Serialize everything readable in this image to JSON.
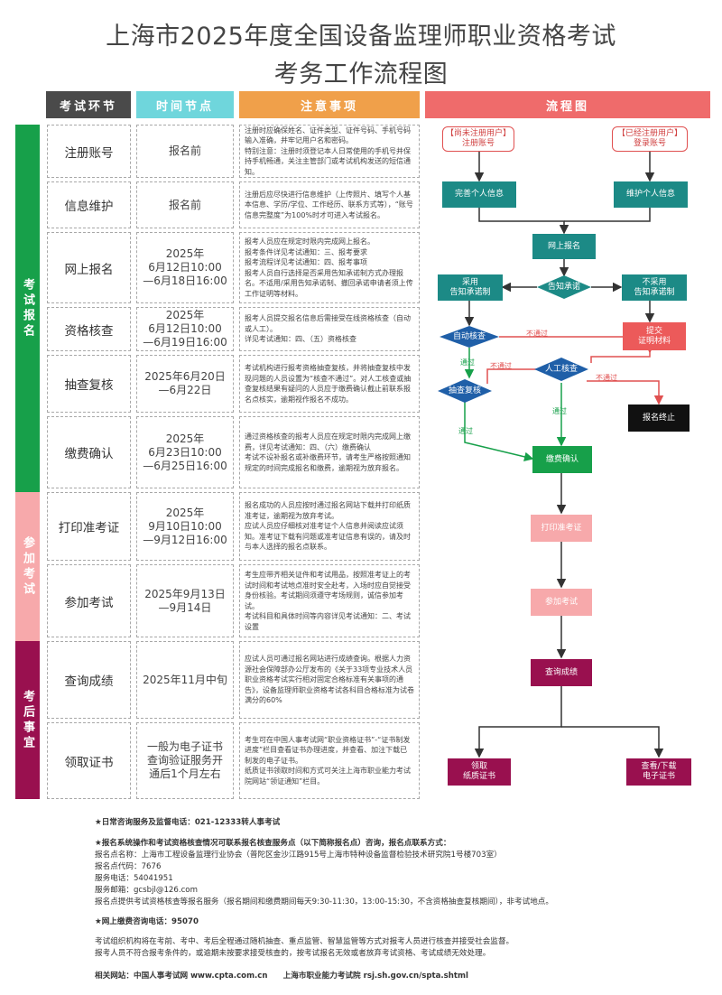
{
  "title_line1": "上海市2025年度全国设备监理师职业资格考试",
  "title_line2": "考务工作流程图",
  "headers": {
    "stage": "考试环节",
    "time": "时间节点",
    "notes": "注意事项",
    "flow": "流程图"
  },
  "sections": {
    "s1": "考试报名",
    "s2": "参加考试",
    "s3": "考后事宜"
  },
  "rows": [
    {
      "name": "注册账号",
      "time": "报名前",
      "notes": "注册时应确保姓名、证件类型、证件号码、手机号码输入准确，并牢记用户名和密码。\n特别注意：注册时须登记本人日常使用的手机号并保持手机畅通，关注主管部门或考试机构发送的短信通知。"
    },
    {
      "name": "信息维护",
      "time": "报名前",
      "notes": "注册后应尽快进行信息维护（上传照片、填写个人基本信息、学历/学位、工作经历、联系方式等），“账号信息完整度”为100%时才可进入考试报名。"
    },
    {
      "name": "网上报名",
      "time": "2025年\n6月12日10:00\n—6月18日16:00",
      "notes": "报考人员应在规定时限内完成网上报名。\n报考条件详见考试通知：三、报考要求\n报考流程详见考试通知：四、报考事项\n报考人员自行选择是否采用告知承诺制方式办理报名。不适用/采用告知承诺制、撤回承诺申请者须上传工作证明等材料。"
    },
    {
      "name": "资格核查",
      "time": "2025年\n6月12日10:00\n—6月19日16:00",
      "notes": "报考人员提交报名信息后需接受在线资格核查（自动或人工）。\n详见考试通知：四、（五）资格核查"
    },
    {
      "name": "抽查复核",
      "time": "2025年6月20日\n—6月22日",
      "notes": "考试机构进行报考资格抽查复核，并将抽查复核中发现问题的人员设置为“核查不通过”。对人工核查或抽查复核结果有疑问的人员应于缴费确认截止前联系报名点核实，逾期视作报名不成功。"
    },
    {
      "name": "缴费确认",
      "time": "2025年\n6月23日10:00\n—6月25日16:00",
      "notes": "通过资格核查的报考人员应在规定时限内完成网上缴费，详见考试通知：四、（六）缴费确认\n考试不设补报名或补缴费环节，请考生严格按照通知规定的时间完成报名和缴费，逾期视为放弃报名。"
    },
    {
      "name": "打印准考证",
      "time": "2025年\n9月10日10:00\n—9月12日16:00",
      "notes": "报名成功的人员应按时通过报名网站下载并打印纸质准考证，逾期视为放弃考试。\n应试人员应仔细核对准考证个人信息并阅读应试须知。准考证下载有问题或准考证信息有误的，请及时与本人选择的报名点联系。"
    },
    {
      "name": "参加考试",
      "time": "2025年9月13日\n—9月14日",
      "notes": "考生应带齐相关证件和考试用品，按照准考证上的考试时间和考试地点准时安全赴考，入场时应自觉接受身份核验。考试期间须遵守考场规则，诚信参加考试。\n考试科目和具体时间等内容详见考试通知：二、考试设置"
    },
    {
      "name": "查询成绩",
      "time": "2025年11月中旬",
      "notes": "应试人员可通过报名网站进行成绩查询。根据人力资源社会保障部办公厅发布的《关于33项专业技术人员职业资格考试实行相对固定合格标准有关事项的通告》，设备监理师职业资格考试各科目合格标准为试卷满分的60%"
    },
    {
      "name": "领取证书",
      "time": "一般为电子证书\n查询验证服务开\n通后1个月左右",
      "notes": "考生可在中国人事考试网“职业资格证书”-“证书制发进度”栏目查看证书办理进度，并查看、加注下载已制发的电子证书。\n纸质证书领取时间和方式可关注上海市职业能力考试院网站“领证通知”栏目。"
    }
  ],
  "flow": {
    "unreg": "【尚未注册用户】\n注册账号",
    "reg": "【已经注册用户】\n登录账号",
    "complete": "完善个人信息",
    "maintain": "维护个人信息",
    "online": "网上报名",
    "inform": "告知承诺",
    "adopt": "采用\n告知承诺制",
    "notadopt": "不采用\n告知承诺制",
    "autocheck": "自动核查",
    "submit": "提交\n证明材料",
    "manual": "人工核查",
    "spot": "抽查复核",
    "terminate": "报名终止",
    "pay": "缴费确认",
    "print": "打印准考证",
    "exam": "参加考试",
    "score": "查询成绩",
    "paper": "领取\n纸质证书",
    "ecert": "查看/下载\n电子证书",
    "pass": "通过",
    "fail": "不通过"
  },
  "footer": {
    "l1": "★日常咨询服务及监督电话：021-12333转人事考试",
    "l2": "★报名系统操作和考试资格核查情况可联系报名核查服务点（以下简称报名点）咨询，报名点联系方式：",
    "l3": "报名点名称：上海市工程设备监理行业协会（普陀区金沙江路915号上海市特种设备监督检验技术研究院1号楼703室）",
    "l4": "报名点代码：7676",
    "l5": "服务电话：54041951",
    "l6": "服务邮箱：gcsbjl@126.com",
    "l7": "报名点提供考试资格核查等报名服务（报名期间和缴费期间每天9:30-11:30，13:00-15:30，不含资格抽查复核期间），非考试地点。",
    "l8": "★网上缴费咨询电话：95070",
    "l9": "考试组织机构将在考前、考中、考后全程通过随机抽查、重点监管、智慧监管等方式对报考人员进行核查并接受社会监督。",
    "l10": "报考人员不符合报考条件的，或逾期未按要求接受核查的，按考试报名无效或者放弃考试资格、考试成绩无效处理。",
    "l11": "相关网站：中国人事考试网 www.cpta.com.cn　　上海市职业能力考试院 rsj.sh.gov.cn/spta.shtml"
  }
}
